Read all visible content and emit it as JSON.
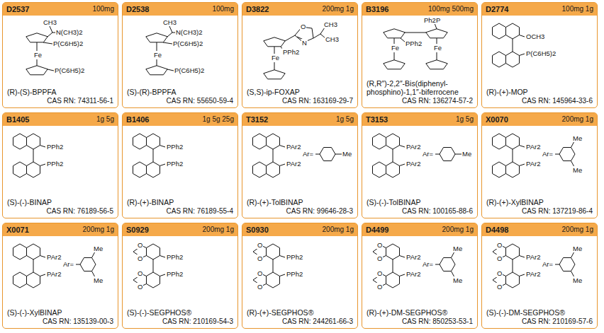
{
  "diagram": {
    "nodes": [
      {
        "text": [
          "D2537",
          "100mg",
          "CH3",
          "N(CH3)2",
          "P(C6H5)2",
          "Fe",
          "P(C6H5)2",
          "(R)-(S)-BPPFA",
          "CAS RN: 74311-56-1"
        ]
      },
      {
        "text": [
          "D2538",
          "100mg",
          "CH3",
          "N(CH3)2",
          "P(C6H5)2",
          "Fe",
          "P(C6H5)2",
          "(S)-(R)-BPPFA",
          "CAS RN: 55650-59-4"
        ]
      },
      {
        "text": [
          "D3822",
          "200mg 1g",
          "O",
          "N",
          "CH3",
          "CH3",
          "PPh2",
          "Fe",
          "(S,S)-ip-FOXAP",
          "CAS RN: 163169-29-7"
        ]
      },
      {
        "text": [
          "B3196",
          "100mg 500mg",
          "Ph2P",
          "PPh2",
          "Fe",
          "Fe",
          "(R,R″)-2,2″-Bis(diphenyl- phosphino)-1,1″-biferrocene",
          "CAS RN: 136274-57-2"
        ]
      },
      {
        "text": [
          "D2774",
          "100mg 1g",
          "OCH3",
          "P(C6H5)2",
          "(R)-(+)-MOP",
          "CAS RN: 145964-33-6"
        ]
      },
      {
        "text": [
          "B1405",
          "1g 5g",
          "PPh2",
          "PPh2",
          "(S)-(-)-BINAP",
          "CAS RN: 76189-56-5"
        ]
      },
      {
        "text": [
          "B1406",
          "1g 5g 25g",
          "PPh2",
          "PPh2",
          "(R)-(+)-BINAP",
          "CAS RN: 76189-55-4"
        ]
      },
      {
        "text": [
          "T3152",
          "1g 5g",
          "PAr2",
          "PAr2",
          "Ar=",
          "Me",
          "(R)-(+)-TolBINAP",
          "CAS RN: 99646-28-3"
        ]
      },
      {
        "text": [
          "T3153",
          "1g 5g",
          "PAr2",
          "PAr2",
          "Ar=",
          "Me",
          "(S)-(-)-TolBINAP",
          "CAS RN: 100165-88-6"
        ]
      },
      {
        "text": [
          "X0070",
          "200mg 1g",
          "PAr2",
          "PAr2",
          "Ar=",
          "Me",
          "Me",
          "(R)-(+)-XylBINAP",
          "CAS RN: 137219-86-4"
        ]
      },
      {
        "text": [
          "X0071",
          "200mg 1g",
          "PAr2",
          "PAr2",
          "Ar=",
          "Me",
          "Me",
          "(S)-(-)-XylBINAP",
          "CAS RN: 135139-00-3"
        ]
      },
      {
        "text": [
          "S0929",
          "200mg 1g",
          "O",
          "O",
          "PPh2",
          "PPh2",
          "O",
          "O",
          "(S)-(-)-SEGPHOS®",
          "CAS RN: 210169-54-3"
        ]
      },
      {
        "text": [
          "S0930",
          "200mg 1g",
          "O",
          "O",
          "PPh2",
          "PPh2",
          "O",
          "O",
          "(R)-(+)-SEGPHOS®",
          "CAS RN: 244261-66-3"
        ]
      },
      {
        "text": [
          "D4499",
          "200mg 1g",
          "O",
          "O",
          "PAr2",
          "PAr2",
          "O",
          "O",
          "Ar=",
          "Me",
          "Me",
          "(R)-(+)-DM-SEGPHOS®",
          "CAS RN: 850253-53-1"
        ]
      },
      {
        "text": [
          "D4498",
          "200mg 1g",
          "O",
          "O",
          "PAr2",
          "PAr2",
          "O",
          "O",
          "Ar=",
          "Me",
          "Me",
          "(S)-(-)-DM-SEGPHOS®",
          "CAS RN: 210169-57-6"
        ]
      }
    ]
  }
}
